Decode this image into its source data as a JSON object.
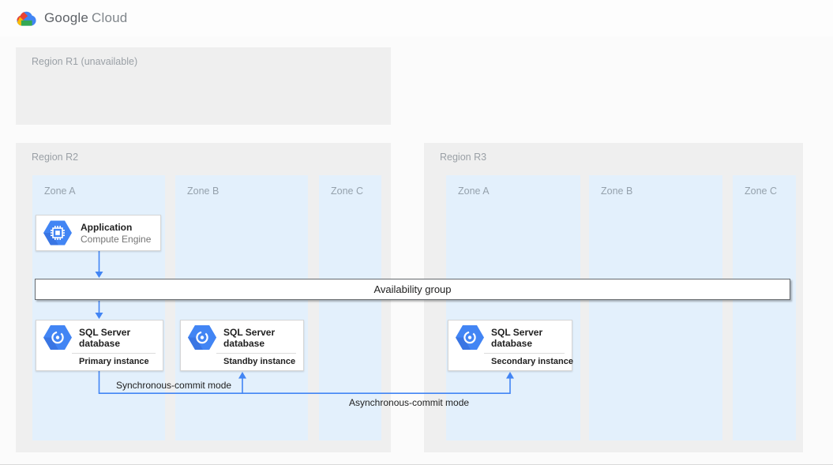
{
  "header": {
    "brand": "Google",
    "product": "Cloud"
  },
  "colors": {
    "accent_blue": "#4285F4",
    "zone_fill": "#E3F0FC",
    "region_fill": "#EFEFEF",
    "logo_red": "#EA4335",
    "logo_yellow": "#FBBC05",
    "logo_green": "#34A853"
  },
  "regions": {
    "r1": {
      "label": "Region R1 (unavailable)"
    },
    "r2": {
      "label": "Region R2",
      "zones": [
        "Zone A",
        "Zone B",
        "Zone C"
      ]
    },
    "r3": {
      "label": "Region R3",
      "zones": [
        "Zone A",
        "Zone B",
        "Zone C"
      ]
    }
  },
  "nodes": {
    "application": {
      "title": "Application",
      "subtitle": "Compute Engine"
    },
    "availability_group": {
      "label": "Availability group"
    },
    "databases": [
      {
        "title": "SQL Server database",
        "role": "Primary instance"
      },
      {
        "title": "SQL Server database",
        "role": "Standby instance"
      },
      {
        "title": "SQL Server database",
        "role": "Secondary instance"
      }
    ]
  },
  "connections": {
    "sync_label": "Synchronous-commit mode",
    "async_label": "Asynchronous-commit mode"
  }
}
